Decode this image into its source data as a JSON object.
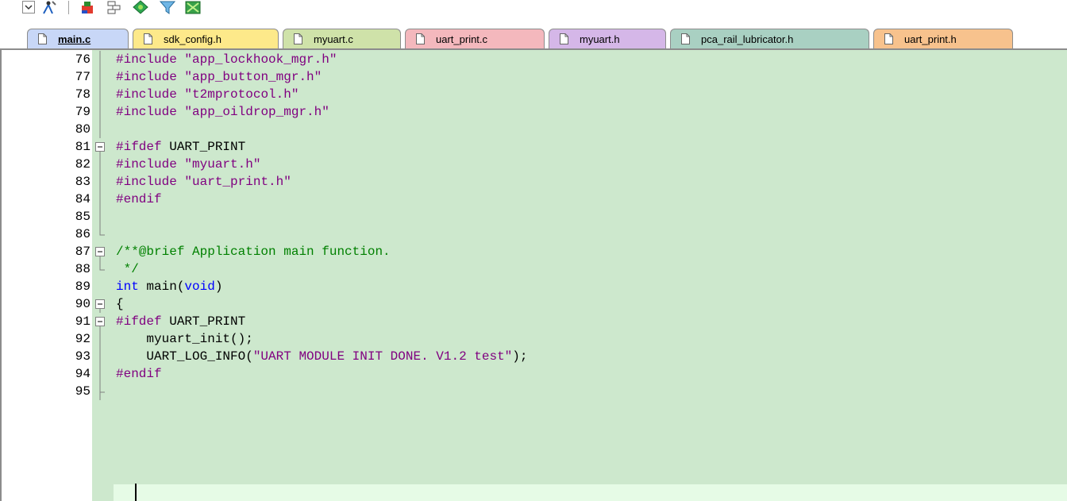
{
  "tabs": [
    {
      "label": "main.c",
      "color": "#c8d7f7",
      "active": true
    },
    {
      "label": "sdk_config.h",
      "color": "#fde98a",
      "active": false
    },
    {
      "label": "myuart.c",
      "color": "#cfe2a9",
      "active": false
    },
    {
      "label": "uart_print.c",
      "color": "#f4b8bd",
      "active": false
    },
    {
      "label": "myuart.h",
      "color": "#d5b7e8",
      "active": false
    },
    {
      "label": "pca_rail_lubricator.h",
      "color": "#a9d0c2",
      "active": false
    },
    {
      "label": "uart_print.h",
      "color": "#f7c28d",
      "active": false
    }
  ],
  "toolbar": {
    "icons": [
      "dropdown-arrow-icon",
      "configure-tools-icon",
      "manage-project-icon",
      "components-icon",
      "batch-build-icon",
      "filter-icon",
      "pack-installer-icon"
    ]
  },
  "editor": {
    "lines": [
      {
        "num": "76",
        "fold": "line",
        "tokens": [
          {
            "t": "#include ",
            "c": "pp"
          },
          {
            "t": "\"app_lockhook_mgr.h\"",
            "c": "str"
          }
        ]
      },
      {
        "num": "77",
        "fold": "line",
        "tokens": [
          {
            "t": "#include ",
            "c": "pp"
          },
          {
            "t": "\"app_button_mgr.h\"",
            "c": "str"
          }
        ]
      },
      {
        "num": "78",
        "fold": "line",
        "tokens": [
          {
            "t": "#include ",
            "c": "pp"
          },
          {
            "t": "\"t2mprotocol.h\"",
            "c": "str"
          }
        ]
      },
      {
        "num": "79",
        "fold": "line",
        "tokens": [
          {
            "t": "#include ",
            "c": "pp"
          },
          {
            "t": "\"app_oildrop_mgr.h\"",
            "c": "str"
          }
        ]
      },
      {
        "num": "80",
        "fold": "line",
        "tokens": []
      },
      {
        "num": "81",
        "fold": "box",
        "tokens": [
          {
            "t": "#ifdef ",
            "c": "pp"
          },
          {
            "t": "UART_PRINT",
            "c": "ident"
          }
        ]
      },
      {
        "num": "82",
        "fold": "line",
        "tokens": [
          {
            "t": "#include ",
            "c": "pp"
          },
          {
            "t": "\"myuart.h\"",
            "c": "str"
          }
        ]
      },
      {
        "num": "83",
        "fold": "line",
        "tokens": [
          {
            "t": "#include ",
            "c": "pp"
          },
          {
            "t": "\"uart_print.h\"",
            "c": "str"
          }
        ]
      },
      {
        "num": "84",
        "fold": "line",
        "tokens": [
          {
            "t": "#endif",
            "c": "pp"
          }
        ]
      },
      {
        "num": "85",
        "fold": "line",
        "tokens": []
      },
      {
        "num": "86",
        "fold": "end",
        "tokens": []
      },
      {
        "num": "87",
        "fold": "box",
        "tokens": [
          {
            "t": "/**@brief Application main function.",
            "c": "cm"
          }
        ]
      },
      {
        "num": "88",
        "fold": "end",
        "tokens": [
          {
            "t": " */",
            "c": "cm"
          }
        ]
      },
      {
        "num": "89",
        "fold": "none",
        "tokens": [
          {
            "t": "int",
            "c": "kw"
          },
          {
            "t": " main(",
            "c": "ident"
          },
          {
            "t": "void",
            "c": "kw"
          },
          {
            "t": ")",
            "c": "ident"
          }
        ]
      },
      {
        "num": "90",
        "fold": "box",
        "tokens": [
          {
            "t": "{",
            "c": "ident"
          }
        ]
      },
      {
        "num": "91",
        "fold": "box",
        "tokens": [
          {
            "t": "#ifdef ",
            "c": "pp"
          },
          {
            "t": "UART_PRINT",
            "c": "ident"
          }
        ]
      },
      {
        "num": "92",
        "fold": "line",
        "tokens": [
          {
            "t": "    myuart_init();",
            "c": "ident"
          }
        ]
      },
      {
        "num": "93",
        "fold": "line",
        "tokens": [
          {
            "t": "    UART_LOG_INFO(",
            "c": "ident"
          },
          {
            "t": "\"UART MODULE INIT DONE. V1.2 test\"",
            "c": "str"
          },
          {
            "t": ");",
            "c": "ident"
          }
        ]
      },
      {
        "num": "94",
        "fold": "line",
        "tokens": [
          {
            "t": "#endif",
            "c": "pp"
          }
        ]
      },
      {
        "num": "95",
        "fold": "tee",
        "tokens": []
      }
    ]
  }
}
